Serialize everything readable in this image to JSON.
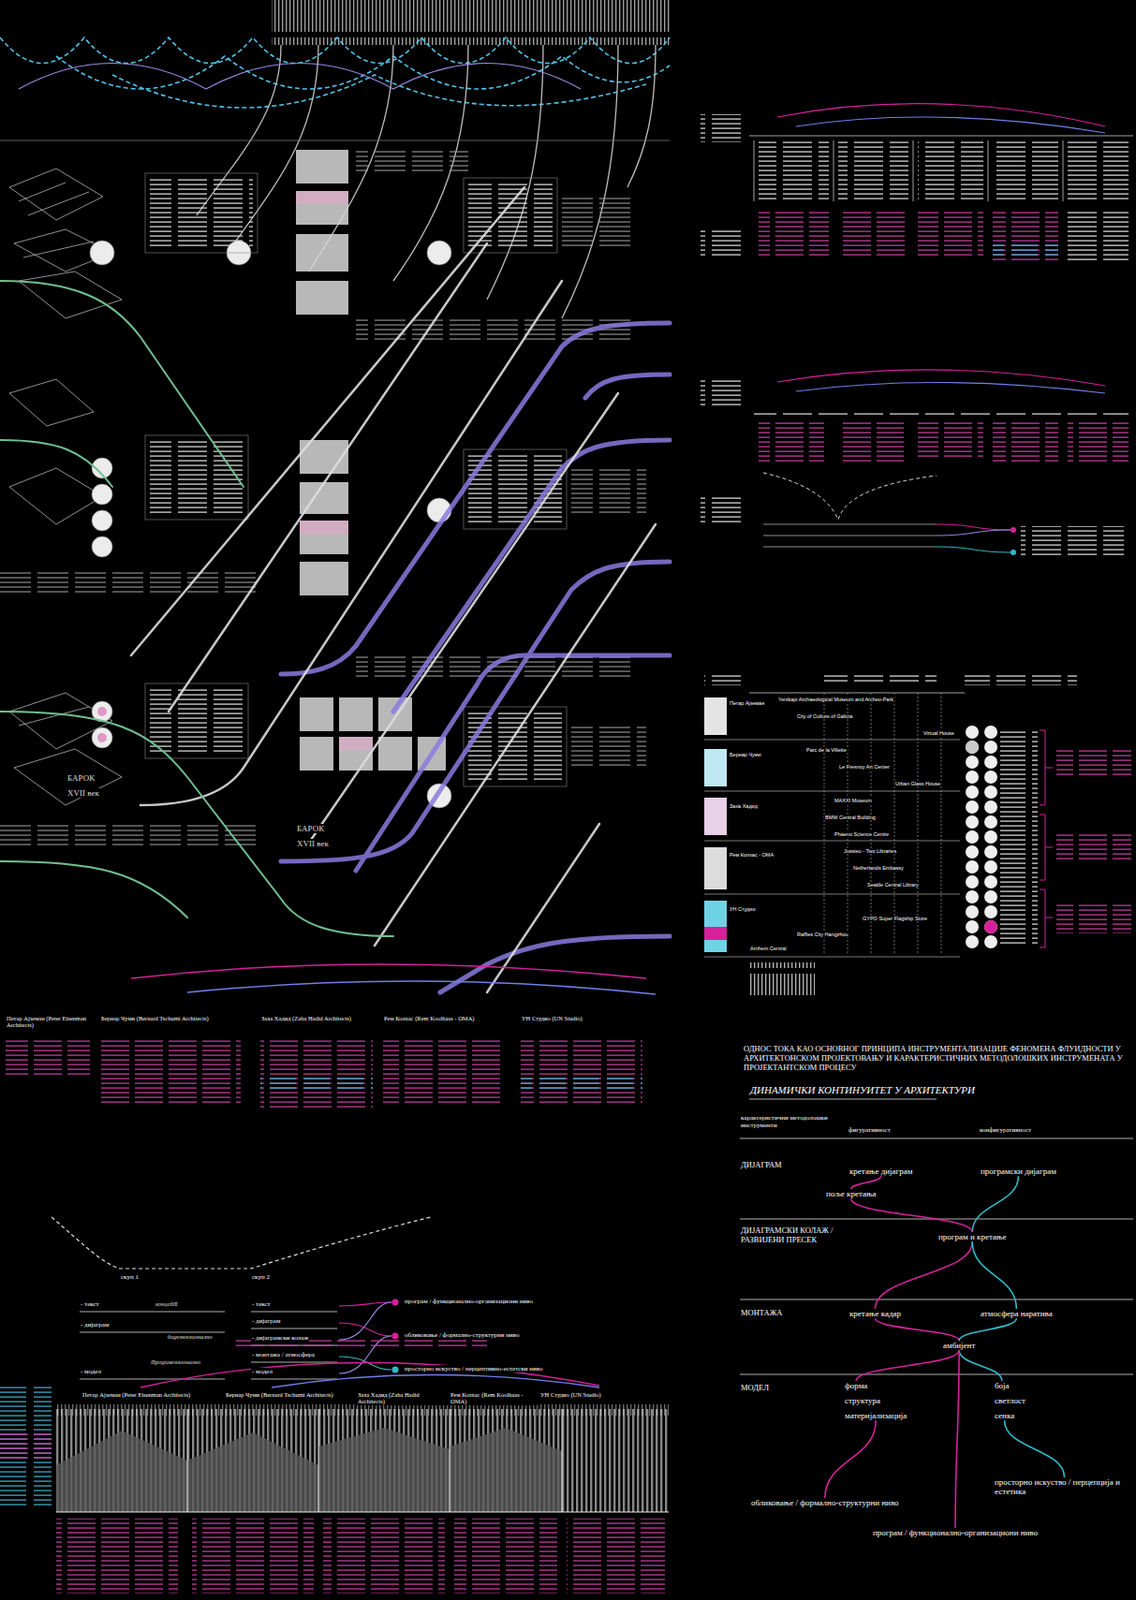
{
  "diagram": {
    "title": "ОДНОС ТОКА КАО ОСНОВНОГ ПРИНЦИПА ИНСТРУМЕНТАЛИЗАЦИЈЕ ФЕНОМЕНА ФЛУИДНОСТИ У АРХИТЕКТОНСКОМ ПРОЈЕКТОВАЊУ И КАРАКТЕРИСТИЧНИХ МЕТОДОЛОШКИХ ИНСТРУМЕНАТА У ПРОЈЕКТАНТСКОМ ПРОЦЕСУ",
    "nodes": [
      {
        "text": [
          "кретање дијаграм"
        ]
      },
      {
        "text": [
          "програмски дијаграм"
        ]
      },
      {
        "text": [
          "поље кретања"
        ]
      },
      {
        "text": [
          "програм и кретање"
        ]
      },
      {
        "text": [
          "кретање кадар"
        ]
      },
      {
        "text": [
          "атмосфера наратива"
        ]
      },
      {
        "text": [
          "амбијент"
        ]
      },
      {
        "text": [
          "форма"
        ]
      },
      {
        "text": [
          "структура"
        ]
      },
      {
        "text": [
          "материјализација"
        ]
      },
      {
        "text": [
          "боја"
        ]
      },
      {
        "text": [
          "светлост"
        ]
      },
      {
        "text": [
          "сенка"
        ]
      },
      {
        "text": [
          "обликовање / формално-структурни ниво"
        ]
      },
      {
        "text": [
          "просторно искуство / перцепција и естетика"
        ]
      },
      {
        "text": [
          "програм / функционално-организациони ниво"
        ]
      },
      {
        "text": [
          "програм / функционално-организациони ниво"
        ]
      },
      {
        "text": [
          "обликовање / формално-структурни ниво"
        ]
      },
      {
        "text": [
          "просторно искуство / перцептивно-естетски ниво"
        ]
      }
    ],
    "edges": [
      {
        "from": 0,
        "to": 2,
        "arrow": "none"
      },
      {
        "from": 1,
        "to": 3,
        "arrow": "none"
      },
      {
        "from": 2,
        "to": 3,
        "arrow": "none"
      },
      {
        "from": 3,
        "to": 4,
        "arrow": "none"
      },
      {
        "from": 3,
        "to": 5,
        "arrow": "none"
      },
      {
        "from": 4,
        "to": 6,
        "arrow": "none"
      },
      {
        "from": 5,
        "to": 6,
        "arrow": "none"
      },
      {
        "from": 6,
        "to": 7,
        "arrow": "none"
      },
      {
        "from": 6,
        "to": 10,
        "arrow": "none"
      },
      {
        "from": 9,
        "to": 13,
        "arrow": "none"
      },
      {
        "from": 12,
        "to": 14,
        "arrow": "none"
      },
      {
        "from": 6,
        "to": 15,
        "arrow": "none"
      }
    ],
    "labels": [
      "карактеристични методолошки инструменти",
      "фигуративност",
      "конфигуративност",
      "ДИЈАГРАМ",
      "ДИЈАГРАМСКИ КОЛАЖ / РАЗВИЈЕНИ ПРЕСЕК",
      "МОНТАЖА",
      "МОДЕЛ",
      "ДИНАМИЧКИ КОНТИНУИТЕТ У АРХИТЕКТУРИ",
      "Петар Ајземан (Peter Eisenman Architects)",
      "Бернар Чуми (Bernard Tschumi Architects)",
      "Заха Хадид (Zaha Hadid Architects)",
      "Рем Колхас (Rem Koolhaas - OMA)",
      "УН Студио (UN Studio)",
      "скуп 1",
      "скуп 2",
      "- текст",
      "- дијаграм",
      "- модел",
      "концепт",
      "бидемензионално",
      "тродимензионално",
      "- текст",
      "- дијаграм",
      "- дијаграмски колаж",
      "- монтажа / атмосфера",
      "- модел",
      "Петар Ајземан (Peter Eisenman Architects)",
      "Бернар Чуми (Bernard Tschumi Architects)",
      "Заха Хадид (Zaha Hadid Architects)",
      "Рем Колхас (Rem Koolhaas - OMA)",
      "УН Студио (UN Studio)",
      "Петар Ајземан",
      "Бернар Чуми",
      "Заха Хадид",
      "Рем Колхас - ОМА",
      "УН Студио",
      "Yenikapi Archaeological Museum and Archeo-Park",
      "City of Culture of Galicia",
      "Virtual House",
      "Parc de la Villette",
      "Le Fresnoy Art Center",
      "Urban Glass House",
      "MAXXI Museum",
      "BMW Central Building",
      "Phaeno Science Centre",
      "Jussieu - Two Libraries",
      "Netherlands Embassy",
      "Seattle Central Library",
      "GYPO Super Flagship Store",
      "Raffles City Hangzhou",
      "Arnhem Central",
      "БАРОК",
      "XVII век",
      "БАРОК",
      "XVII век"
    ]
  }
}
